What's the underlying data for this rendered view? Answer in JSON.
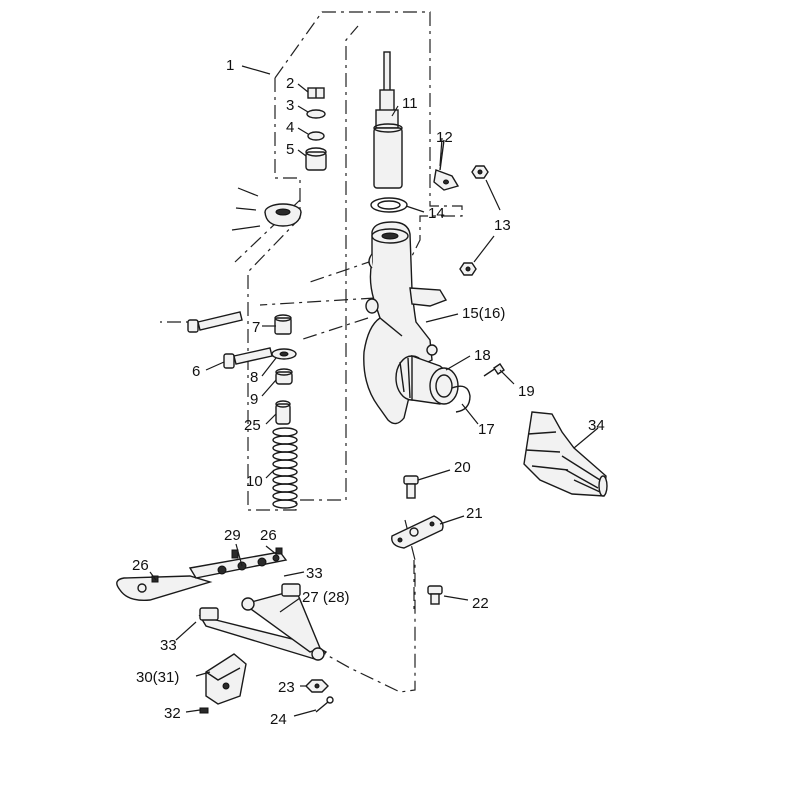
{
  "callouts": {
    "c1": "1",
    "c2": "2",
    "c3": "3",
    "c4": "4",
    "c5": "5",
    "c6": "6",
    "c7": "7",
    "c8": "8",
    "c9": "9",
    "c10": "10",
    "c11": "11",
    "c12": "12",
    "c13": "13",
    "c14": "14",
    "c15": "15(16)",
    "c17": "17",
    "c18": "18",
    "c19": "19",
    "c20": "20",
    "c21": "21",
    "c22": "22",
    "c23": "23",
    "c24": "24",
    "c25": "25",
    "c26a": "26",
    "c26b": "26",
    "c27": "27 (28)",
    "c29": "29",
    "c30": "30(31)",
    "c32": "32",
    "c33a": "33",
    "c33b": "33",
    "c34": "34"
  }
}
